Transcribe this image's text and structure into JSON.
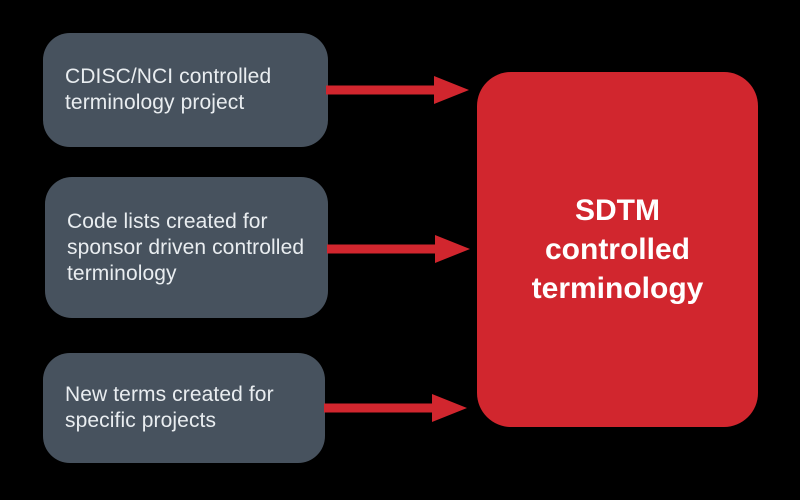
{
  "diagram": {
    "title": "SDTM controlled terminology sources diagram",
    "colors": {
      "background": "#000000",
      "source_box": "#47525e",
      "source_text": "#e9edf0",
      "accent_red": "#d1262e",
      "target_text": "#ffffff"
    },
    "sources": [
      {
        "label": "CDISC/NCI controlled\nterminology project"
      },
      {
        "label": "Code lists created for\nsponsor driven controlled\nterminology"
      },
      {
        "label": "New terms created for\nspecific projects"
      }
    ],
    "target": {
      "label": "SDTM\ncontrolled\nterminology"
    },
    "arrows": [
      {
        "icon": "right-arrow-icon"
      },
      {
        "icon": "right-arrow-icon"
      },
      {
        "icon": "right-arrow-icon"
      }
    ]
  }
}
